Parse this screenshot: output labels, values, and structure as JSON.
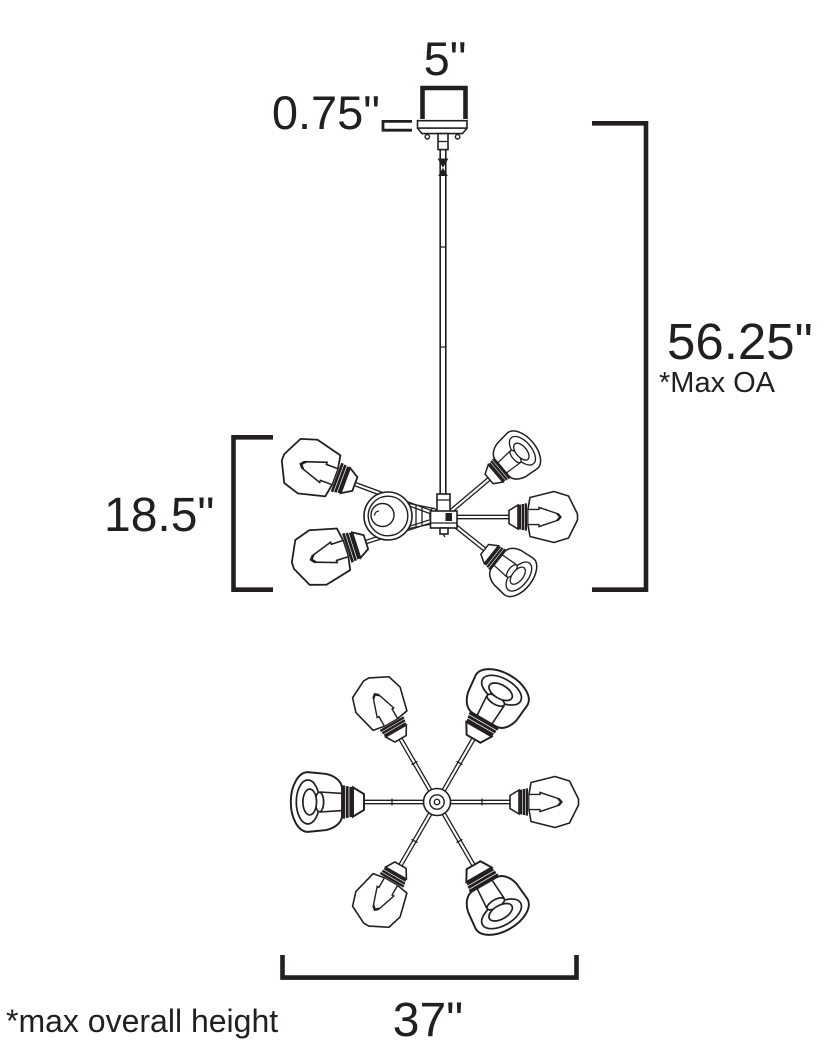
{
  "page": {
    "background": "#ffffff",
    "line_color": "#231f20",
    "description": "6-light chandelier dimension drawing, side elevation and top plan views"
  },
  "labels": {
    "canopy_width": "5\"",
    "canopy_thickness": "0.75\"",
    "max_overall": "56.25\"",
    "max_overall_note": "*Max OA",
    "body_height": "18.5\"",
    "body_width": "37\"",
    "footnote": "*max overall height"
  }
}
